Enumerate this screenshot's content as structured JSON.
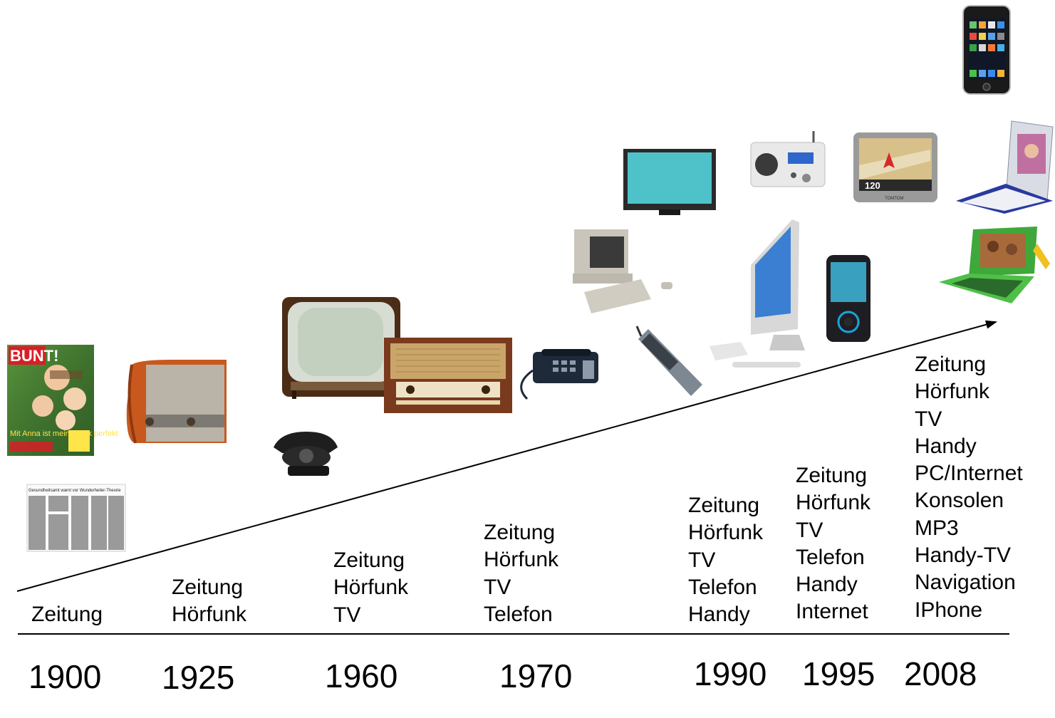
{
  "eras": [
    {
      "year": "1900",
      "media": [
        "Zeitung"
      ]
    },
    {
      "year": "1925",
      "media": [
        "Zeitung",
        "Hörfunk"
      ]
    },
    {
      "year": "1960",
      "media": [
        "Zeitung",
        "Hörfunk",
        "TV"
      ]
    },
    {
      "year": "1970",
      "media": [
        "Zeitung",
        "Hörfunk",
        "TV",
        "Telefon"
      ]
    },
    {
      "year": "1990",
      "media": [
        "Zeitung",
        "Hörfunk",
        "TV",
        "Telefon",
        "Handy"
      ]
    },
    {
      "year": "1995",
      "media": [
        "Zeitung",
        "Hörfunk",
        "TV",
        "Telefon",
        "Handy",
        "Internet"
      ]
    },
    {
      "year": "2008",
      "media": [
        "Zeitung",
        "Hörfunk",
        "TV",
        "Handy",
        "PC/Internet",
        "Konsolen",
        "MP3",
        "Handy-TV",
        "Navigation",
        "IPhone"
      ]
    }
  ],
  "magazine": {
    "masthead": "BUNT!",
    "headline": "Mit Anna ist mein Glück perfekt"
  },
  "newspaper": {
    "headline": "Gesundheitsamt warnt vor Wunderheiler-Theorie"
  },
  "navigation_device": {
    "speed": "120",
    "brand": "TOMTOM"
  },
  "colors": {
    "line": "#000000",
    "background": "#ffffff"
  }
}
